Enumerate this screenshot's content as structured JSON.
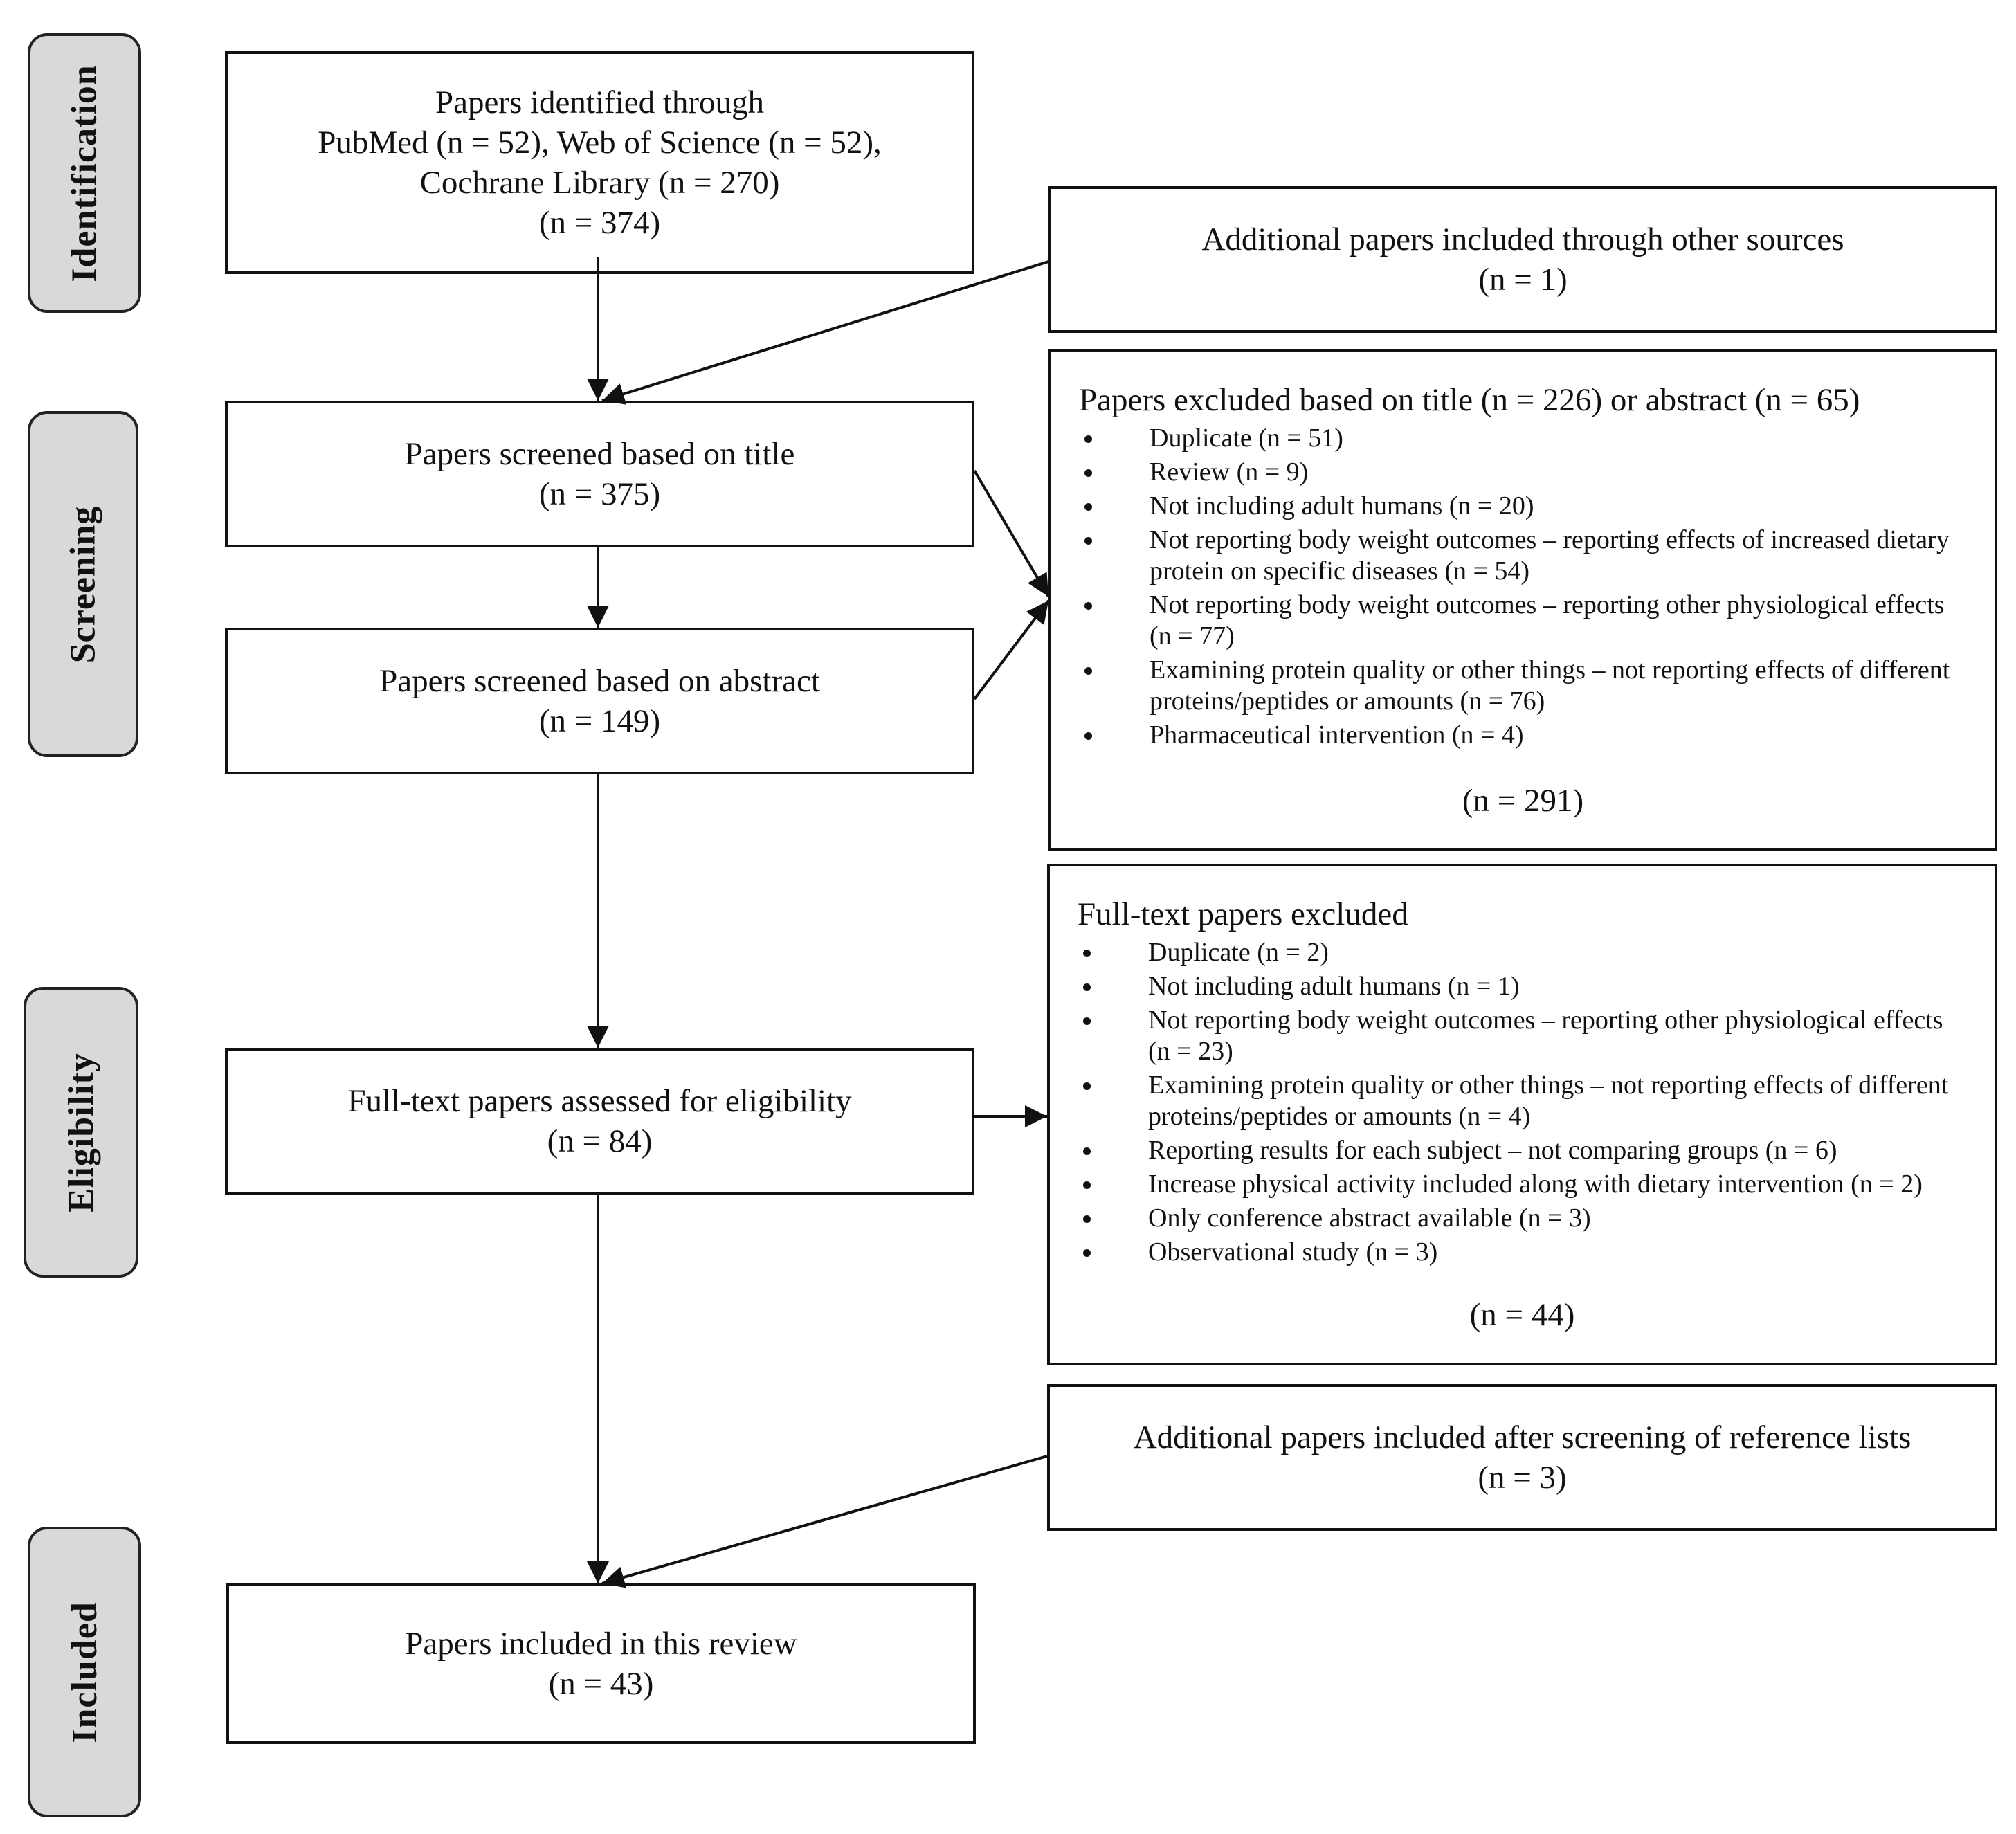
{
  "phases": {
    "identification": "Identification",
    "screening": "Screening",
    "eligibility": "Eligibility",
    "included": "Included"
  },
  "boxes": {
    "identified": {
      "lines": [
        "Papers identified through",
        "PubMed (n = 52), Web of Science (n = 52),",
        "Cochrane Library (n = 270)",
        "(n = 374)"
      ]
    },
    "other_sources": {
      "lines": [
        "Additional papers included through other sources",
        "(n = 1)"
      ]
    },
    "screened_title": {
      "lines": [
        "Papers screened based on title",
        "(n = 375)"
      ]
    },
    "screened_abstract": {
      "lines": [
        "Papers screened based on abstract",
        "(n = 149)"
      ]
    },
    "full_text_assessed": {
      "lines": [
        "Full-text papers assessed for eligibility",
        "(n = 84)"
      ]
    },
    "reference_lists": {
      "lines": [
        "Additional papers included after screening of reference lists",
        "(n = 3)"
      ]
    },
    "included": {
      "lines": [
        "Papers included in this review",
        "(n = 43)"
      ]
    }
  },
  "excluded_title_abstract": {
    "title": "Papers excluded based on title (n = 226) or abstract (n = 65)",
    "items": [
      "Duplicate (n = 51)",
      "Review (n = 9)",
      "Not including adult humans (n = 20)",
      "Not reporting body weight outcomes – reporting effects of increased dietary protein on specific diseases (n = 54)",
      "Not reporting body weight outcomes – reporting other physiological effects (n = 77)",
      "Examining protein quality or other things – not reporting effects of different proteins/peptides or amounts (n = 76)",
      "Pharmaceutical intervention (n = 4)"
    ],
    "total": "(n = 291)"
  },
  "excluded_full_text": {
    "title": "Full-text papers excluded",
    "items": [
      "Duplicate (n = 2)",
      "Not including adult humans (n = 1)",
      "Not reporting body weight outcomes – reporting other physiological effects (n = 23)",
      "Examining protein quality or other things – not reporting effects of different proteins/peptides or amounts (n = 4)",
      "Reporting results for each subject – not comparing groups (n = 6)",
      "Increase physical activity included along with dietary intervention (n = 2)",
      "Only conference abstract available (n = 3)",
      "Observational study (n = 3)"
    ],
    "total": "(n = 44)"
  }
}
